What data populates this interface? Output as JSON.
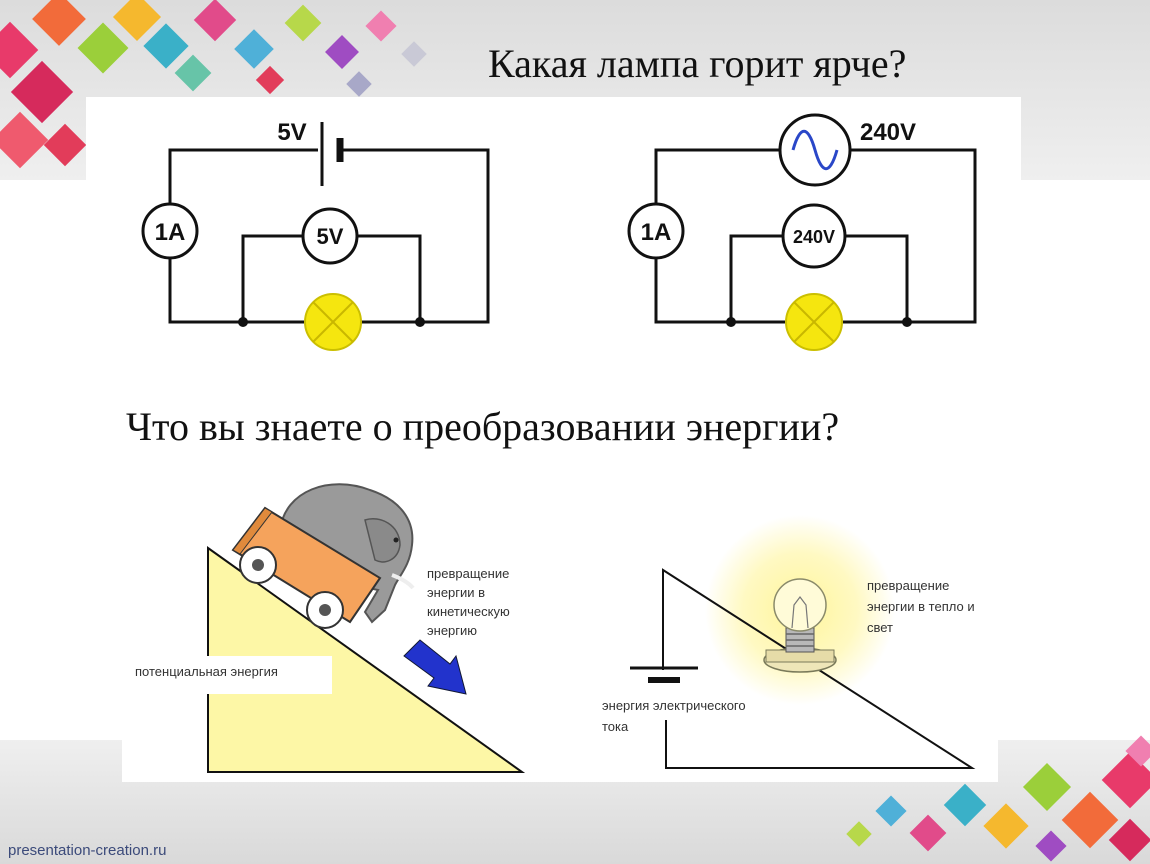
{
  "slide": {
    "title": "Какая лампа горит ярче?",
    "subtitle": "Что вы знаете о преобразовании энергии?",
    "footer": "presentation-creation.ru"
  },
  "circuit_dc": {
    "source_label": "5V",
    "ammeter_label": "1A",
    "voltmeter_label": "5V"
  },
  "circuit_ac": {
    "source_label": "240V",
    "ammeter_label": "1A",
    "voltmeter_label": "240V"
  },
  "mechanical": {
    "potential_label": "потенциальная энергия",
    "conversion_lines": [
      "превращение",
      "энергии в",
      "кинетическую",
      "энергию"
    ]
  },
  "electrical": {
    "current_lines": [
      "энергия электрического",
      "тока"
    ],
    "conversion_lines": [
      "превращение",
      "энергии в тепло и",
      "свет"
    ]
  },
  "colors": {
    "lamp": "#f5e60f",
    "ramp": "#fdf7a6",
    "cart": "#f5a35c",
    "elephant": "#9a9a9a",
    "arrow": "#2233cc",
    "glow": "#fff59a"
  }
}
